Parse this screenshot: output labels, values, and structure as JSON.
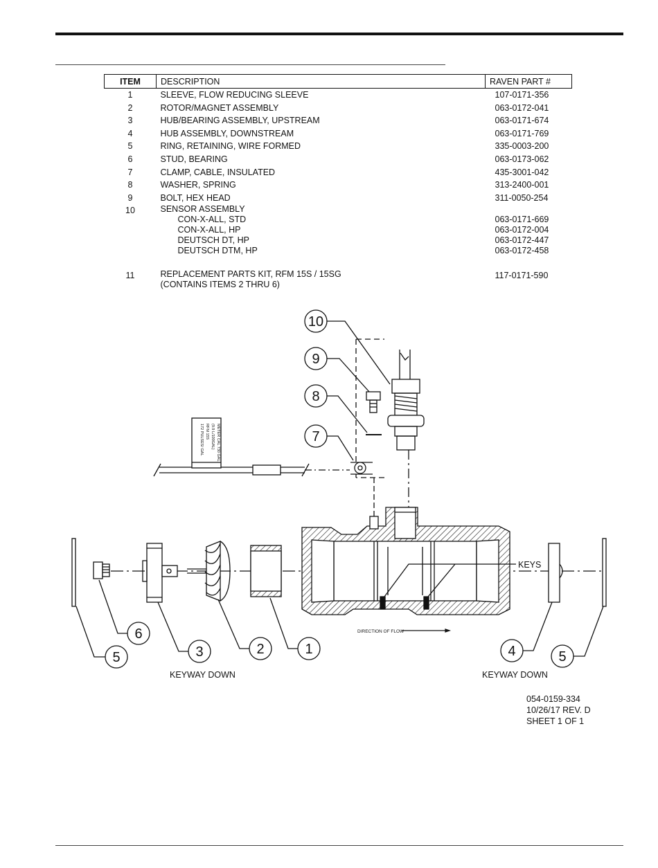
{
  "table": {
    "headers": {
      "item": "ITEM",
      "description": "DESCRIPTION",
      "part": "RAVEN PART #"
    },
    "rows": [
      {
        "item": "1",
        "description": "SLEEVE, FLOW REDUCING SLEEVE",
        "part": "107-0171-356"
      },
      {
        "item": "2",
        "description": "ROTOR/MAGNET ASSEMBLY",
        "part": "063-0172-041"
      },
      {
        "item": "3",
        "description": "HUB/BEARING ASSEMBLY, UPSTREAM",
        "part": "063-0171-674"
      },
      {
        "item": "4",
        "description": "HUB ASSEMBLY, DOWNSTREAM",
        "part": "063-0171-769"
      },
      {
        "item": "5",
        "description": "RING, RETAINING, WIRE FORMED",
        "part": "335-0003-200"
      },
      {
        "item": "6",
        "description": "STUD, BEARING",
        "part": "063-0173-062"
      },
      {
        "item": "7",
        "description": "CLAMP, CABLE, INSULATED",
        "part": "435-3001-042"
      },
      {
        "item": "8",
        "description": "WASHER, SPRING",
        "part": "313-2400-001"
      },
      {
        "item": "9",
        "description": "BOLT, HEX HEAD",
        "part": "311-0050-254"
      }
    ],
    "row10": {
      "item": "10",
      "description": "SENSOR ASSEMBLY",
      "variants": [
        {
          "description": "CON-X-ALL, STD",
          "part": "063-0171-669"
        },
        {
          "description": "CON-X-ALL, HP",
          "part": "063-0172-004"
        },
        {
          "description": "DEUTSCH DT, HP",
          "part": "063-0172-447"
        },
        {
          "description": "DEUTSCH DTM, HP",
          "part": "063-0172-458"
        }
      ]
    },
    "row11": {
      "item": "11",
      "description": "REPLACEMENT PARTS KIT, RFM 15S / 15SG",
      "note": "(CONTAINS ITEMS 2 THRU 6)",
      "part": "117-0171-590"
    }
  },
  "diagram": {
    "callouts": [
      "10",
      "9",
      "8",
      "7",
      "6",
      "5",
      "3",
      "2",
      "1",
      "4",
      "5"
    ],
    "keys_label": "KEYS",
    "flow_label": "DIRECTION OF FLOW",
    "keyway_left": "KEYWAY DOWN",
    "keyway_right": "KEYWAY DOWN",
    "tag_lines": [
      "METER CAL  730 GAL",
      "(9.9 L/100GAL)",
      "RFM 15S",
      "172 PULSES/ GAL"
    ]
  },
  "footer": {
    "drawing_number": "054-0159-334",
    "revision": "10/26/17 REV. D",
    "sheet": "SHEET 1 OF 1"
  }
}
